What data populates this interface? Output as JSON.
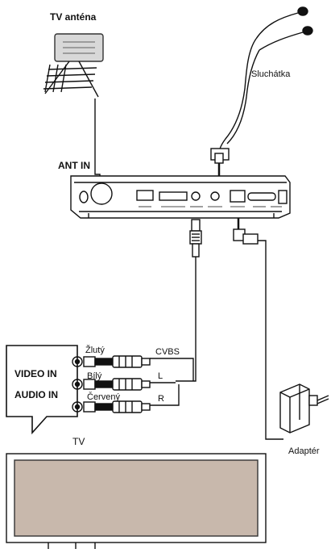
{
  "labels": {
    "tv_antenna": "TV anténa",
    "headphones": "Sluchátka",
    "ant_in": "ANT IN",
    "yellow": "Žlutý",
    "white": "Bílý",
    "red": "Červený",
    "video_in": "VIDEO IN",
    "audio_in": "AUDIO IN",
    "cvbs": "CVBS",
    "left": "L",
    "right": "R",
    "tv": "TV",
    "adapter": "Adaptér"
  },
  "colors": {
    "line": "#111111",
    "antenna_fill": "#d8d8d8",
    "tv_screen": "#c8b8ac",
    "device_fill": "#ffffff"
  }
}
